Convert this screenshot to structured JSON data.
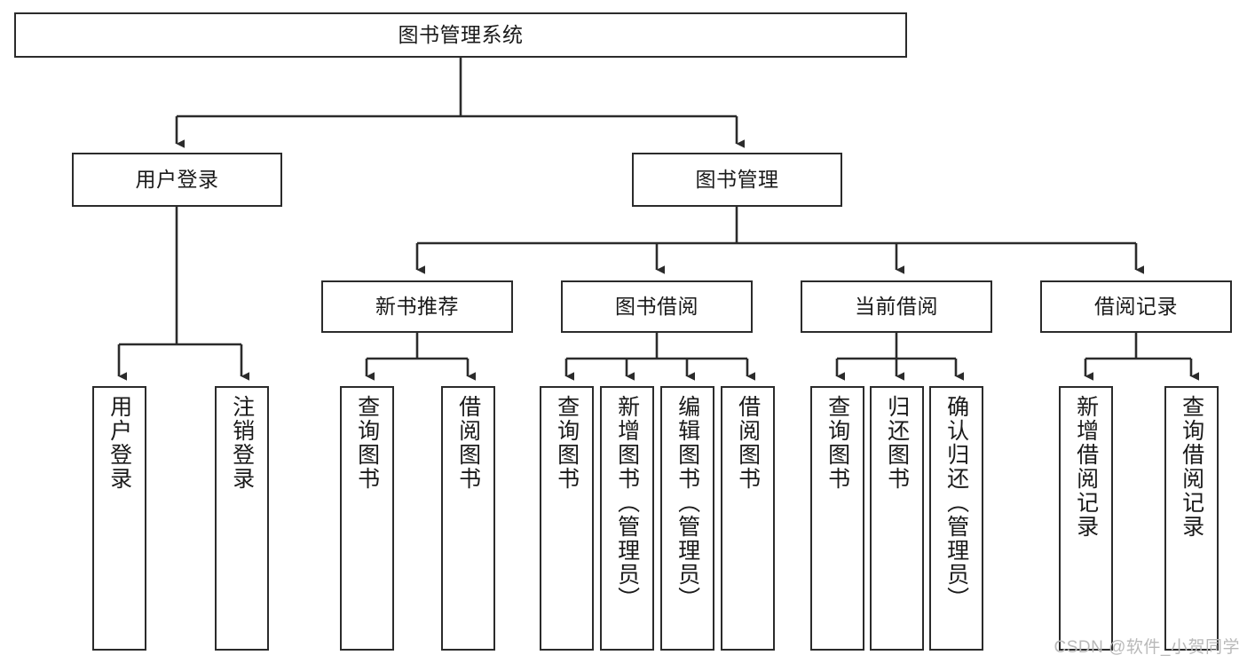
{
  "diagram": {
    "title": "图书管理系统",
    "type": "hierarchy-tree",
    "style": {
      "background": "#ffffff",
      "box_border": "#2b2b2b",
      "box_fill": "#ffffff",
      "text": "#1a1a1a",
      "connector": "#2b2b2b",
      "watermark": "#b9b9b9"
    },
    "root": {
      "label": "图书管理系统"
    },
    "level2": [
      {
        "label": "用户登录"
      },
      {
        "label": "图书管理"
      }
    ],
    "level3": [
      {
        "label": "新书推荐"
      },
      {
        "label": "图书借阅"
      },
      {
        "label": "当前借阅"
      },
      {
        "label": "借阅记录"
      }
    ],
    "leaves": {
      "user_login": [
        {
          "label": "用户登录"
        },
        {
          "label": "注销登录"
        }
      ],
      "new_book_recommend": [
        {
          "label": "查询图书"
        },
        {
          "label": "借阅图书"
        }
      ],
      "book_borrow": [
        {
          "label": "查询图书"
        },
        {
          "label": "新增图书（管理员）"
        },
        {
          "label": "编辑图书（管理员）"
        },
        {
          "label": "借阅图书"
        }
      ],
      "current_borrow": [
        {
          "label": "查询图书"
        },
        {
          "label": "归还图书"
        },
        {
          "label": "确认归还（管理员）"
        }
      ],
      "borrow_records": [
        {
          "label": "新增借阅记录"
        },
        {
          "label": "查询借阅记录"
        }
      ]
    }
  },
  "watermark": {
    "text": "CSDN @软件_小贺同学"
  }
}
